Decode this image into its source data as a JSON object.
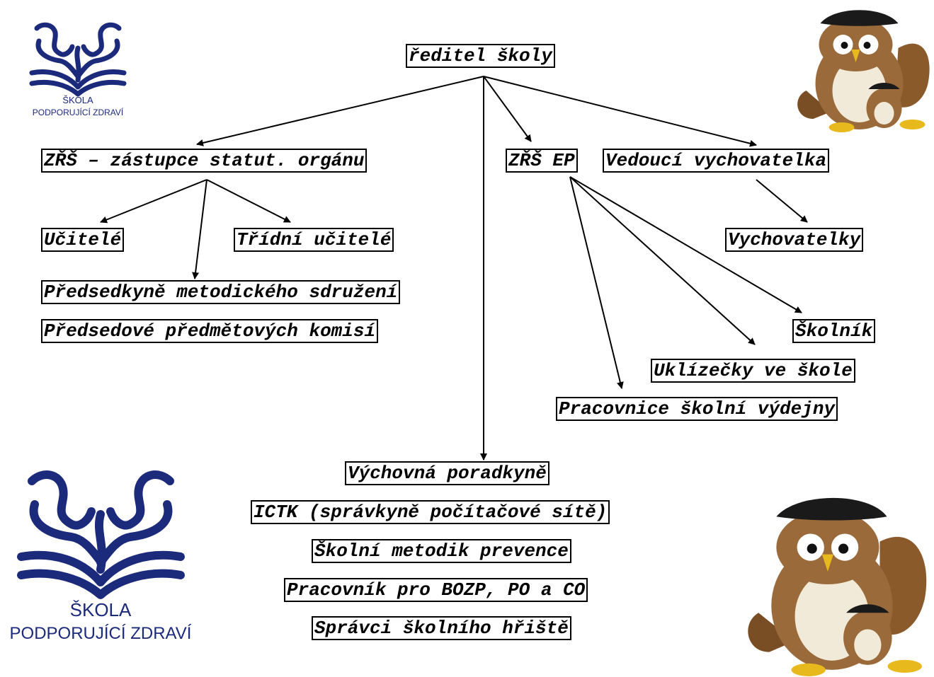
{
  "logo": {
    "line1": "ŠKOLA",
    "line2": "PODPORUJÍCÍ ZDRAVÍ",
    "color": "#1b2a7a"
  },
  "nodes": {
    "director": "ředitel školy",
    "deputy_statutory": "ZŘŠ – zástupce statut. orgánu",
    "deputy_ep": "ZŘŠ EP",
    "head_educator": "Vedoucí vychovatelka",
    "teachers": "Učitelé",
    "class_teachers": "Třídní učitelé",
    "chair_methodical": "Předsedkyně metodického sdružení",
    "chairs_committees": "Předsedové předmětových komisí",
    "educators": "Vychovatelky",
    "caretaker": "Školník",
    "cleaners": "Uklízečky ve škole",
    "canteen_staff": "Pracovnice školní výdejny",
    "counselor": "Výchovná poradkyně",
    "ictk": "ICTK (správkyně počítačové sítě)",
    "prevention": "Školní metodik prevence",
    "bozp": "Pracovník pro BOZP, PO a CO",
    "playground": "Správci školního hřiště"
  }
}
